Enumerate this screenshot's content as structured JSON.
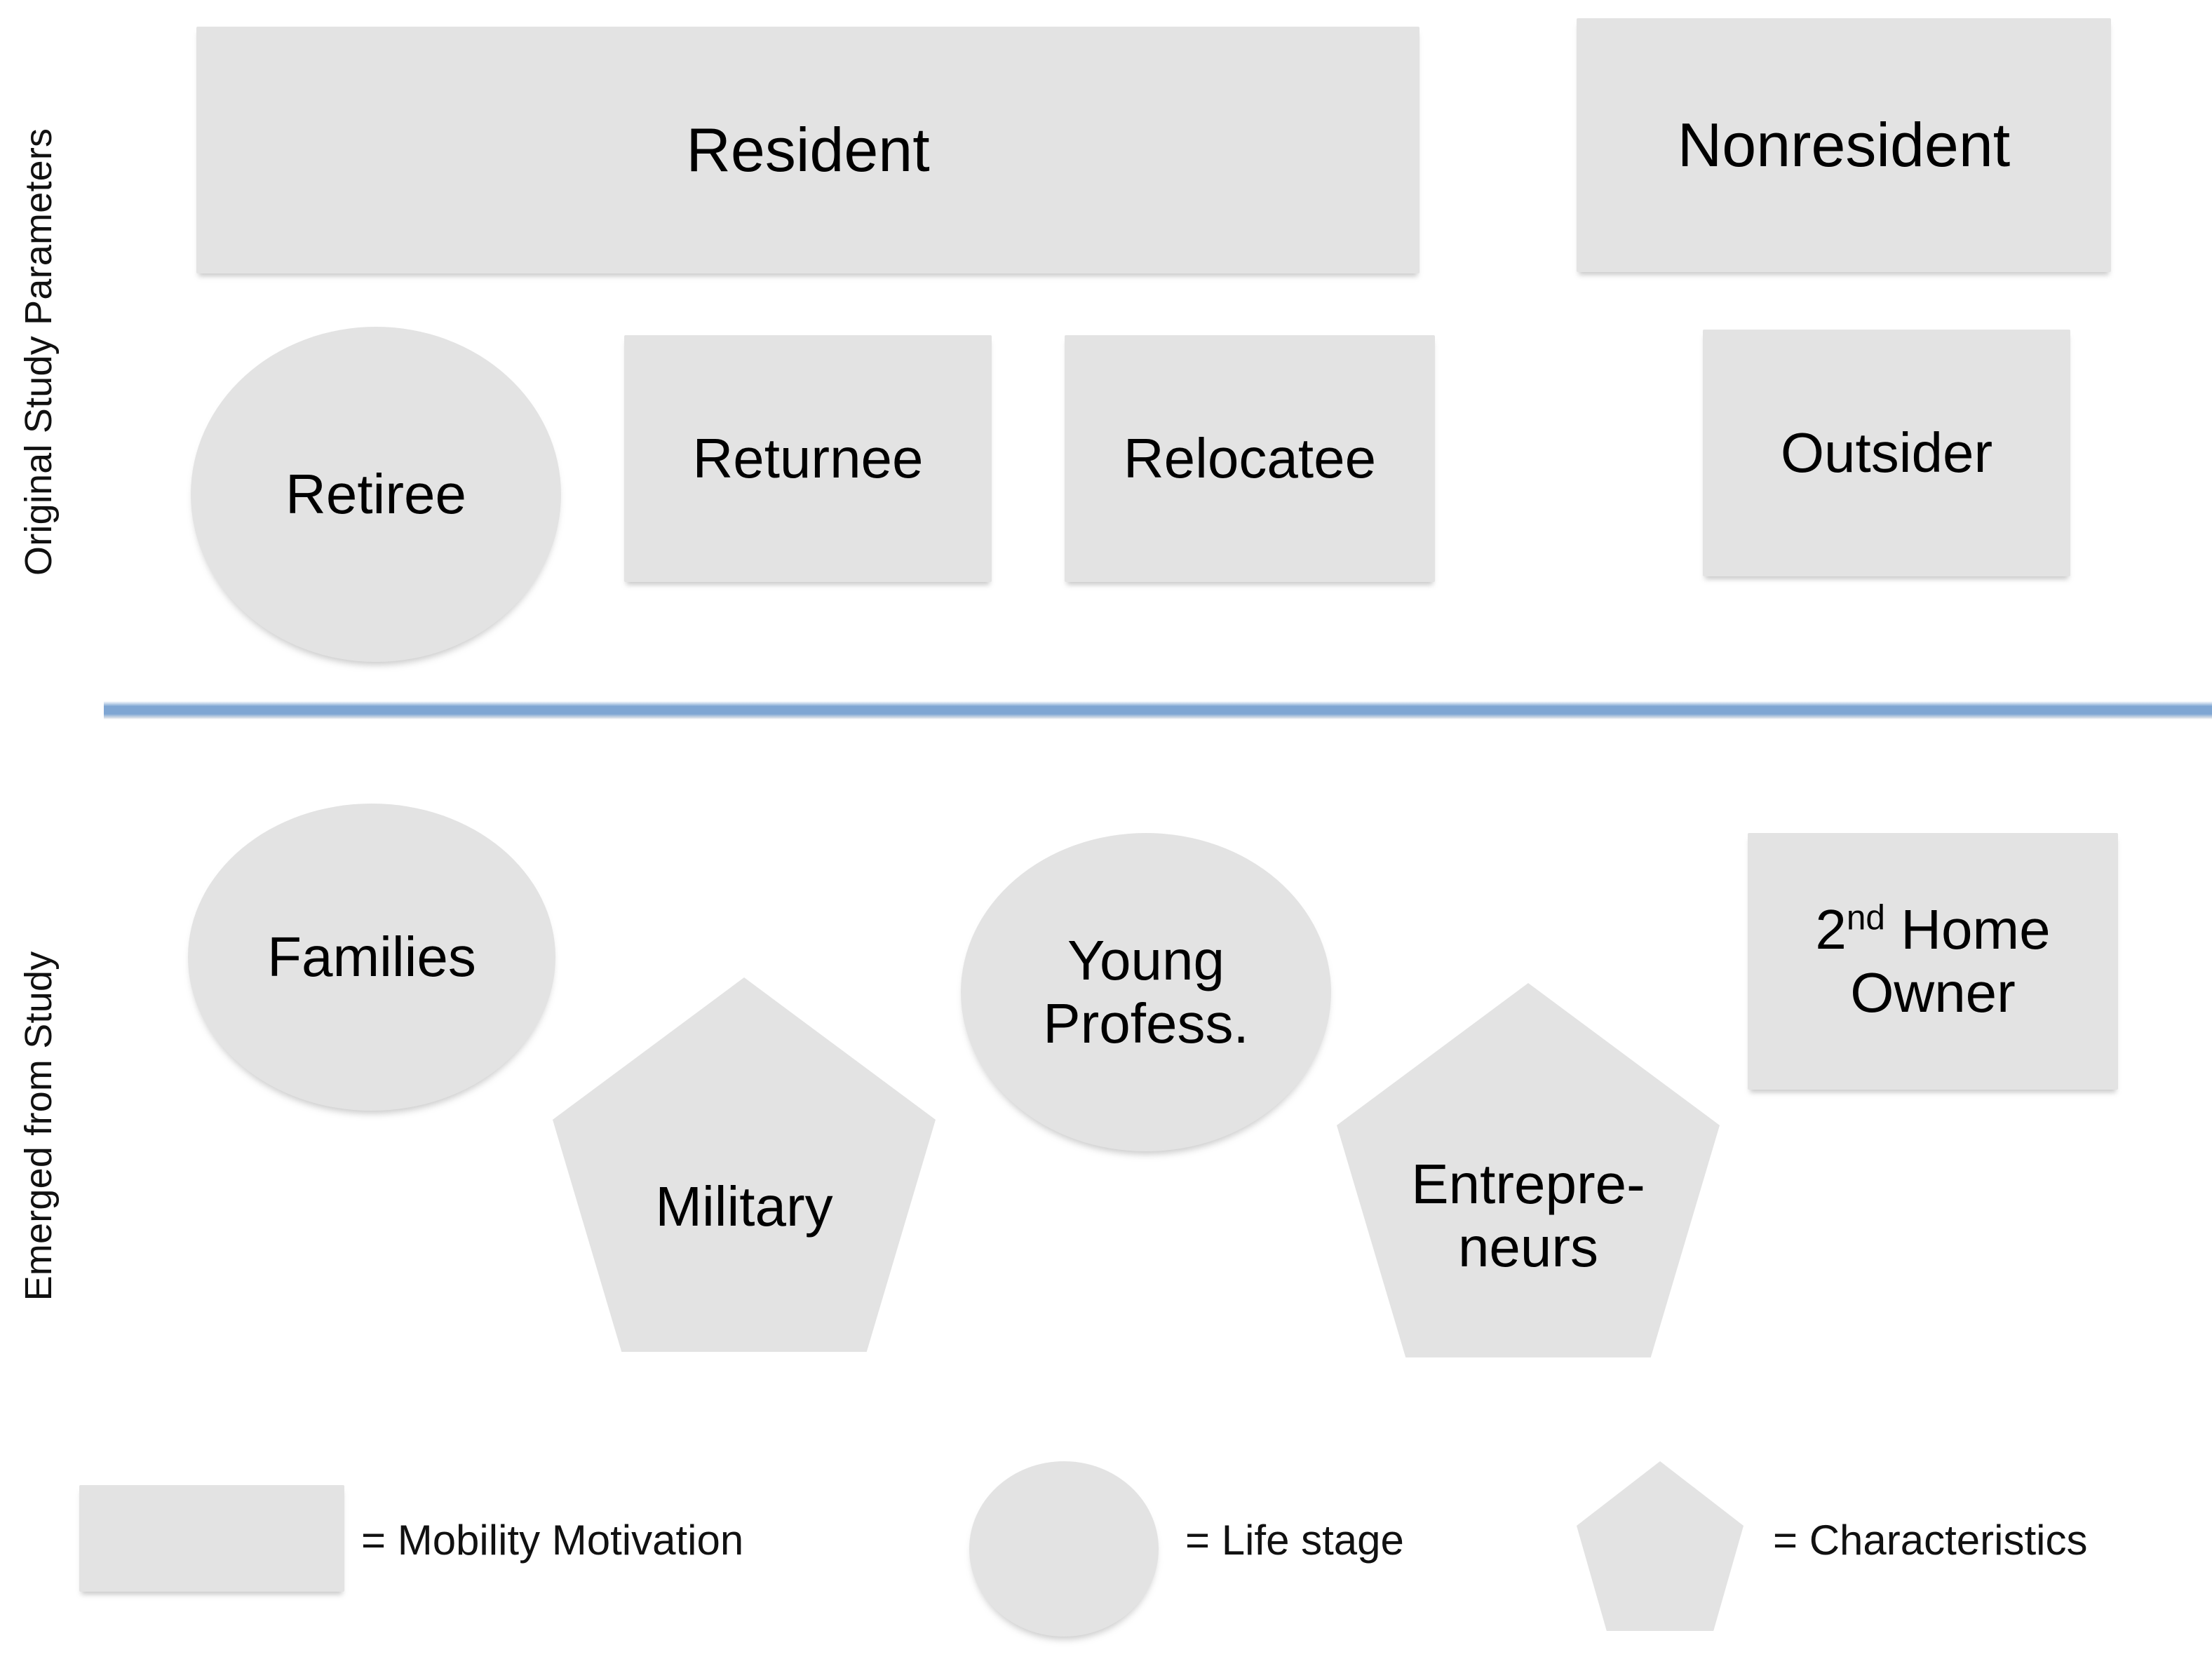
{
  "sections": {
    "top": {
      "label": "Original Study Parameters"
    },
    "bottom": {
      "label": "Emerged from Study"
    }
  },
  "colors": {
    "shape_fill": "#E3E3E3",
    "divider": "#7FA6D3",
    "text": "#000000",
    "background": "#FFFFFF"
  },
  "top_row_primary": [
    {
      "id": "resident",
      "label": "Resident",
      "shape": "rect"
    },
    {
      "id": "nonresident",
      "label": "Nonresident",
      "shape": "rect"
    }
  ],
  "top_row_secondary": [
    {
      "id": "retiree",
      "label": "Retiree",
      "shape": "ellipse"
    },
    {
      "id": "returnee",
      "label": "Returnee",
      "shape": "rect"
    },
    {
      "id": "relocatee",
      "label": "Relocatee",
      "shape": "rect"
    },
    {
      "id": "outsider",
      "label": "Outsider",
      "shape": "rect"
    }
  ],
  "bottom_row": [
    {
      "id": "families",
      "label": "Families",
      "shape": "ellipse"
    },
    {
      "id": "military",
      "label": "Military",
      "shape": "pentagon"
    },
    {
      "id": "young-profess",
      "label": "Young\nProfess.",
      "shape": "ellipse"
    },
    {
      "id": "entrepreneurs",
      "label": "Entrepre-\nneurs",
      "shape": "pentagon"
    },
    {
      "id": "second-home-owner",
      "label_prefix": "2",
      "label_sup": "nd",
      "label_rest": " Home Owner",
      "shape": "rect"
    }
  ],
  "legend": [
    {
      "id": "mobility-motivation",
      "shape": "rect",
      "text": "= Mobility Motivation"
    },
    {
      "id": "life-stage",
      "shape": "ellipse",
      "text": "= Life stage"
    },
    {
      "id": "characteristics",
      "shape": "pentagon",
      "text": "= Characteristics"
    }
  ]
}
